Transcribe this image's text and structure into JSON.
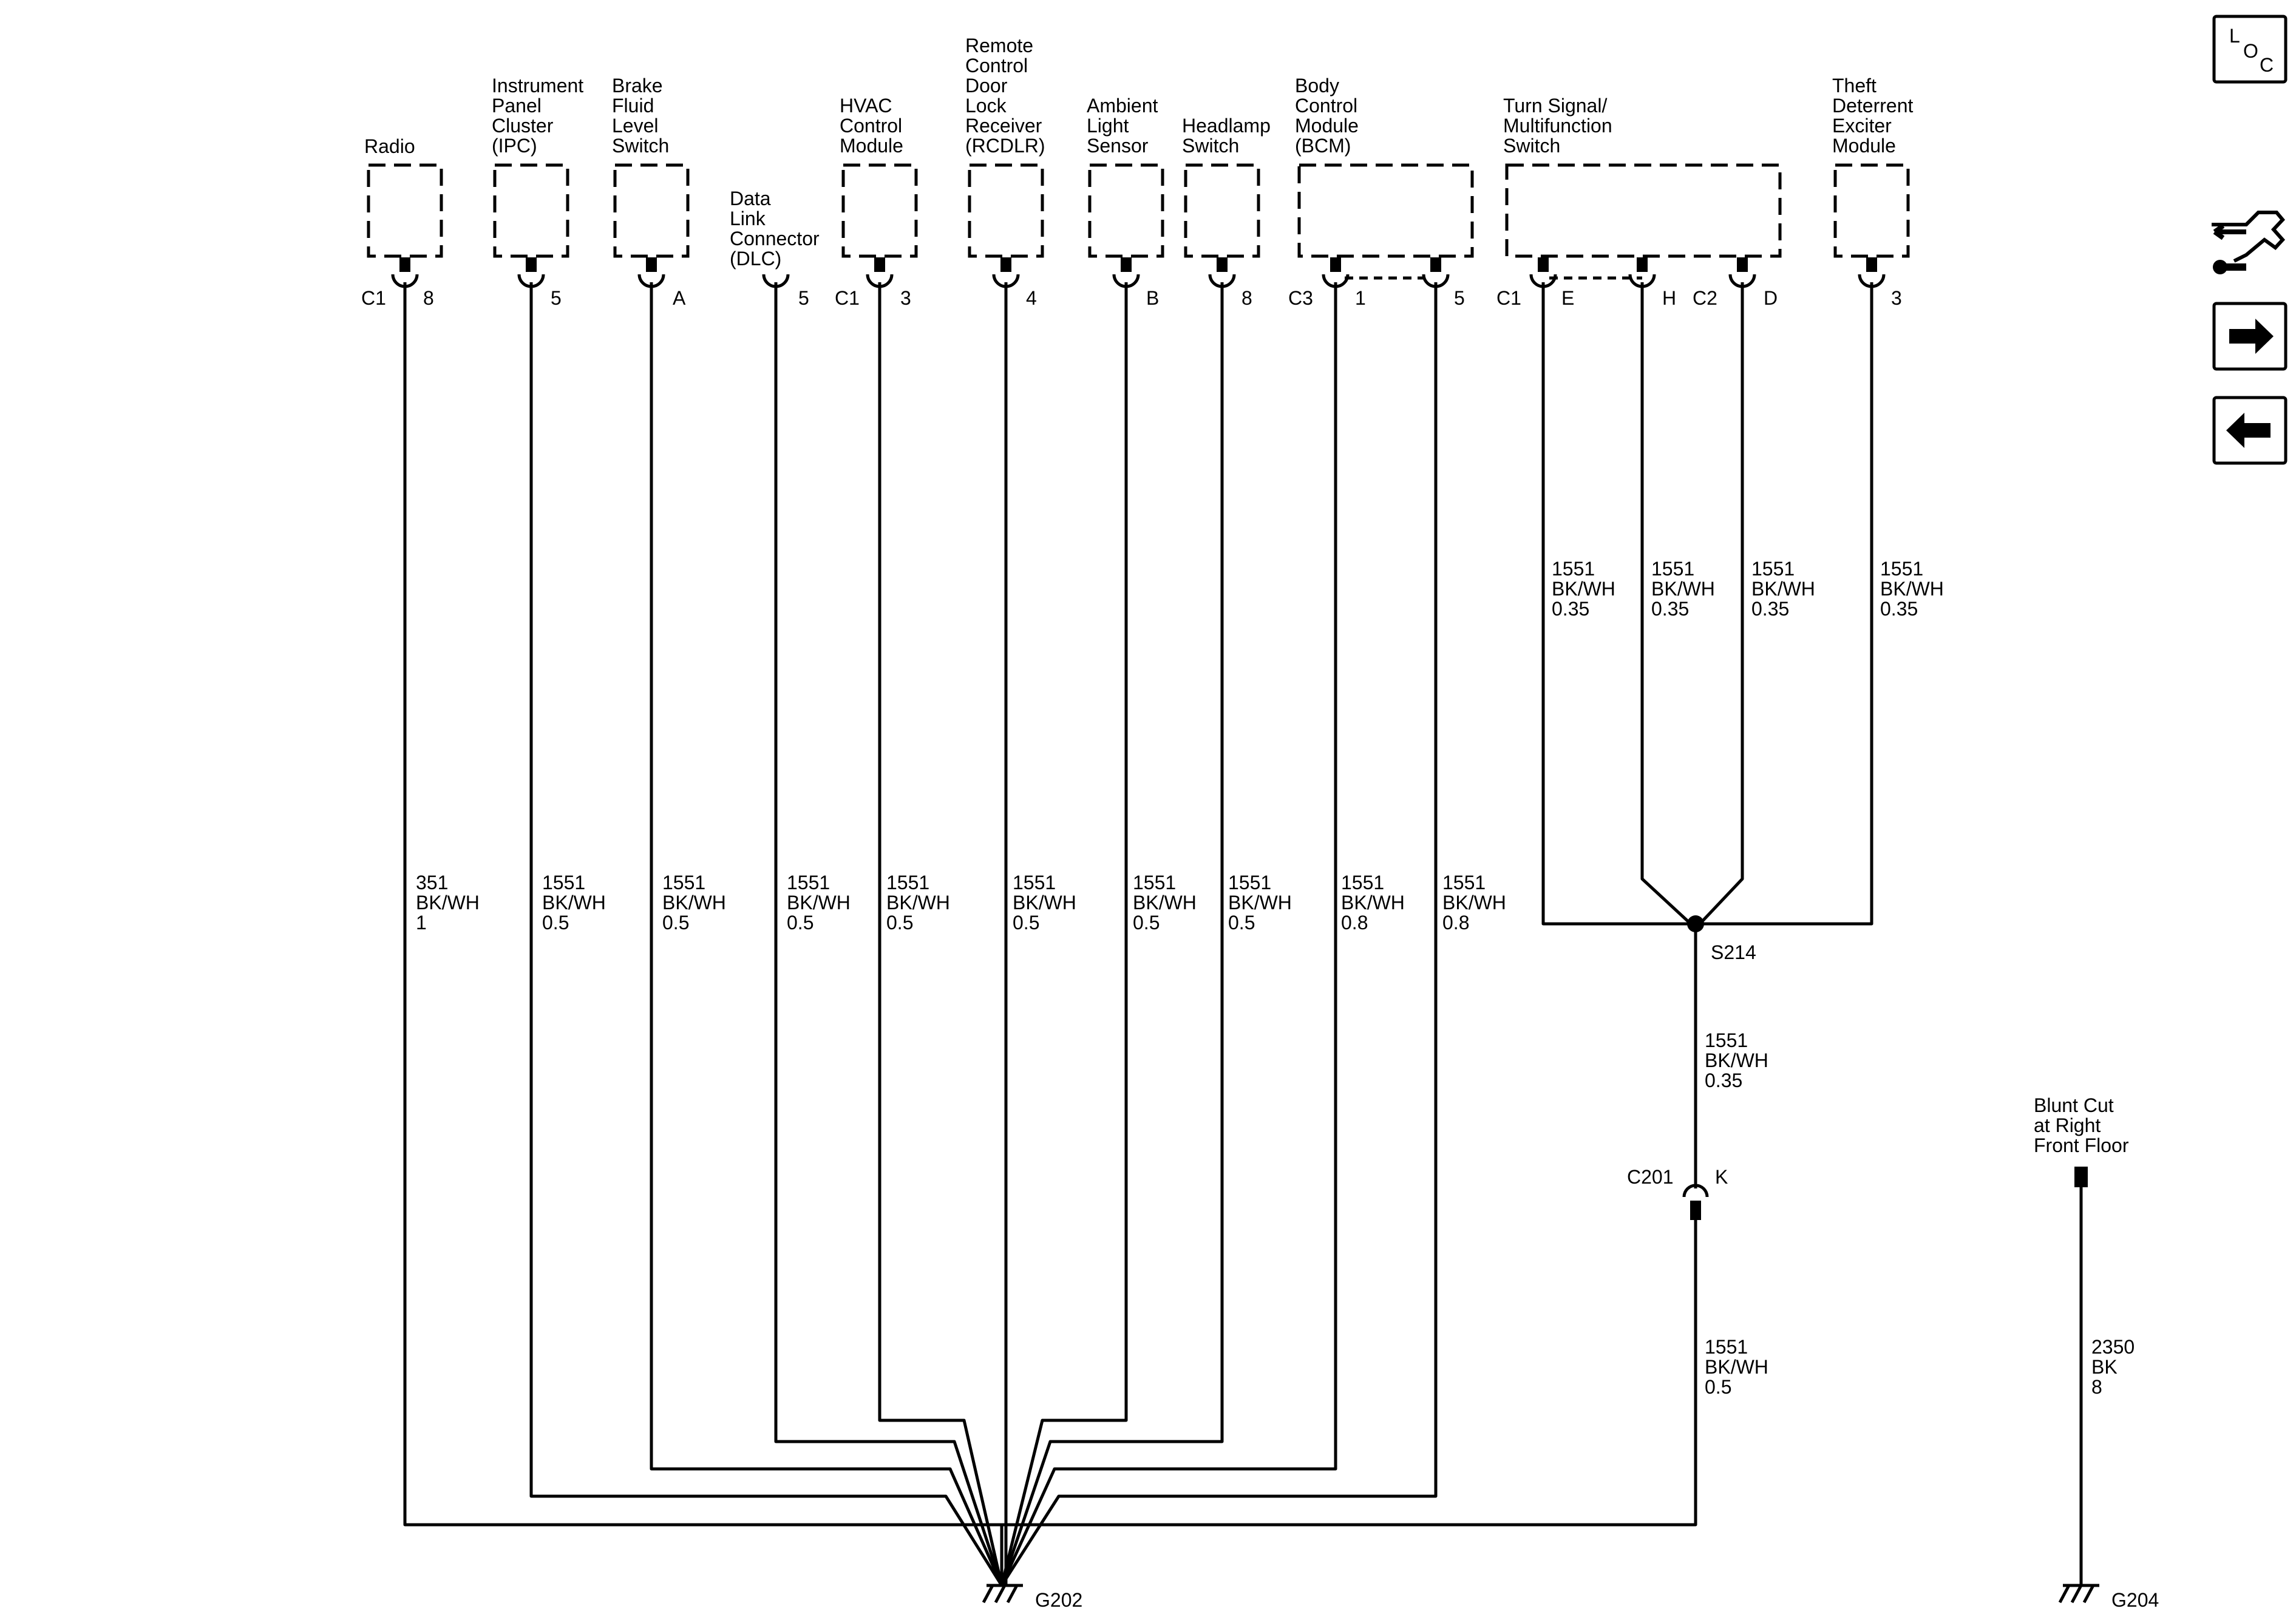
{
  "components": [
    {
      "id": "radio",
      "label": [
        "Radio"
      ]
    },
    {
      "id": "ipc",
      "label": [
        "Instrument",
        "Panel",
        "Cluster",
        "(IPC)"
      ]
    },
    {
      "id": "brake",
      "label": [
        "Brake",
        "Fluid",
        "Level",
        "Switch"
      ]
    },
    {
      "id": "dlc",
      "label": [
        "Data",
        "Link",
        "Connector",
        "(DLC)"
      ]
    },
    {
      "id": "hvac",
      "label": [
        "HVAC",
        "Control",
        "Module"
      ]
    },
    {
      "id": "rcdlr",
      "label": [
        "Remote",
        "Control",
        "Door",
        "Lock",
        "Receiver",
        "(RCDLR)"
      ]
    },
    {
      "id": "ambient",
      "label": [
        "Ambient",
        "Light",
        "Sensor"
      ]
    },
    {
      "id": "headlamp",
      "label": [
        "Headlamp",
        "Switch"
      ]
    },
    {
      "id": "bcm",
      "label": [
        "Body",
        "Control",
        "Module",
        "(BCM)"
      ]
    },
    {
      "id": "turn",
      "label": [
        "Turn Signal/",
        "Multifunction",
        "Switch"
      ]
    },
    {
      "id": "theft",
      "label": [
        "Theft",
        "Deterrent",
        "Exciter",
        "Module"
      ]
    }
  ],
  "pins": [
    {
      "connector": "C1",
      "pin": "8"
    },
    {
      "connector": "",
      "pin": "5"
    },
    {
      "connector": "",
      "pin": "A"
    },
    {
      "connector": "",
      "pin": "5"
    },
    {
      "connector": "C1",
      "pin": "3"
    },
    {
      "connector": "",
      "pin": "4"
    },
    {
      "connector": "",
      "pin": "B"
    },
    {
      "connector": "",
      "pin": "8"
    },
    {
      "connector": "C3",
      "pin": "1"
    },
    {
      "connector": "",
      "pin": "5"
    },
    {
      "connector": "C1",
      "pin": "E"
    },
    {
      "connector": "",
      "pin": "H"
    },
    {
      "connector": "C2",
      "pin": "D"
    },
    {
      "connector": "",
      "pin": "3"
    }
  ],
  "wires": [
    {
      "circuit": "351",
      "color": "BK/WH",
      "size": "1"
    },
    {
      "circuit": "1551",
      "color": "BK/WH",
      "size": "0.5"
    },
    {
      "circuit": "1551",
      "color": "BK/WH",
      "size": "0.5"
    },
    {
      "circuit": "1551",
      "color": "BK/WH",
      "size": "0.5"
    },
    {
      "circuit": "1551",
      "color": "BK/WH",
      "size": "0.5"
    },
    {
      "circuit": "1551",
      "color": "BK/WH",
      "size": "0.5"
    },
    {
      "circuit": "1551",
      "color": "BK/WH",
      "size": "0.5"
    },
    {
      "circuit": "1551",
      "color": "BK/WH",
      "size": "0.5"
    },
    {
      "circuit": "1551",
      "color": "BK/WH",
      "size": "0.8"
    },
    {
      "circuit": "1551",
      "color": "BK/WH",
      "size": "0.8"
    },
    {
      "circuit": "1551",
      "color": "BK/WH",
      "size": "0.35"
    },
    {
      "circuit": "1551",
      "color": "BK/WH",
      "size": "0.35"
    },
    {
      "circuit": "1551",
      "color": "BK/WH",
      "size": "0.35"
    },
    {
      "circuit": "1551",
      "color": "BK/WH",
      "size": "0.35"
    },
    {
      "circuit": "1551",
      "color": "BK/WH",
      "size": "0.35"
    },
    {
      "circuit": "1551",
      "color": "BK/WH",
      "size": "0.5"
    },
    {
      "circuit": "2350",
      "color": "BK",
      "size": "8"
    }
  ],
  "splice": {
    "name": "S214"
  },
  "inline_connector": {
    "name": "C201",
    "pin": "K"
  },
  "blunt_cut": {
    "label": [
      "Blunt Cut",
      "at Right",
      "Front Floor"
    ]
  },
  "grounds": [
    {
      "name": "G202"
    },
    {
      "name": "G204"
    }
  ],
  "toolbar": {
    "loc_letters": [
      "L",
      "O",
      "C"
    ],
    "icons": [
      "loc-icon",
      "connector-tools-icon",
      "next-arrow-icon",
      "previous-arrow-icon"
    ]
  }
}
